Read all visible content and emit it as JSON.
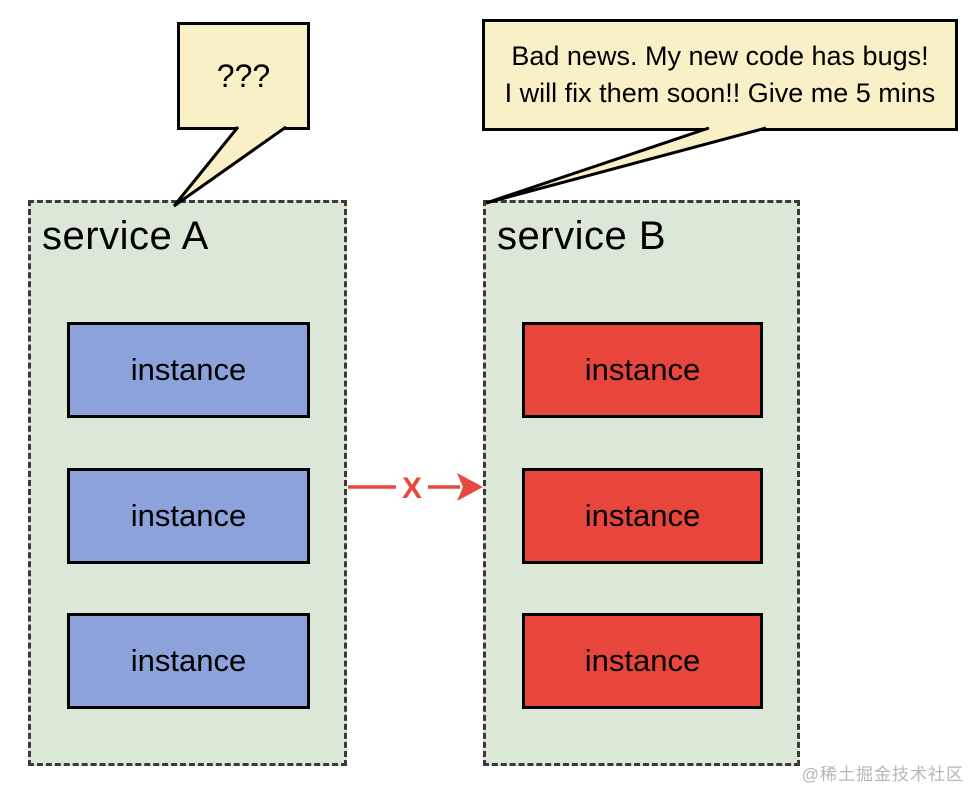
{
  "bubbles": {
    "question": {
      "text": "???"
    },
    "message": {
      "line1": "Bad news. My new code has bugs!",
      "line2": "I will fix them soon!! Give me 5 mins"
    }
  },
  "services": [
    {
      "name": "service A",
      "instances": [
        "instance",
        "instance",
        "instance"
      ]
    },
    {
      "name": "service B",
      "instances": [
        "instance",
        "instance",
        "instance"
      ]
    }
  ],
  "connection": {
    "blocked_label": "X"
  },
  "watermark": {
    "text": "@稀土掘金技术社区"
  },
  "colors": {
    "bubble_fill": "#faf0c8",
    "service_fill": "#dbe7d7",
    "service_border": "#3a3a3a",
    "instance_a_fill": "#8ba3da",
    "instance_b_fill": "#e8463c",
    "box_border": "#000000",
    "arrow": "#e8483e",
    "watermark_text": "#b6b6b6"
  }
}
